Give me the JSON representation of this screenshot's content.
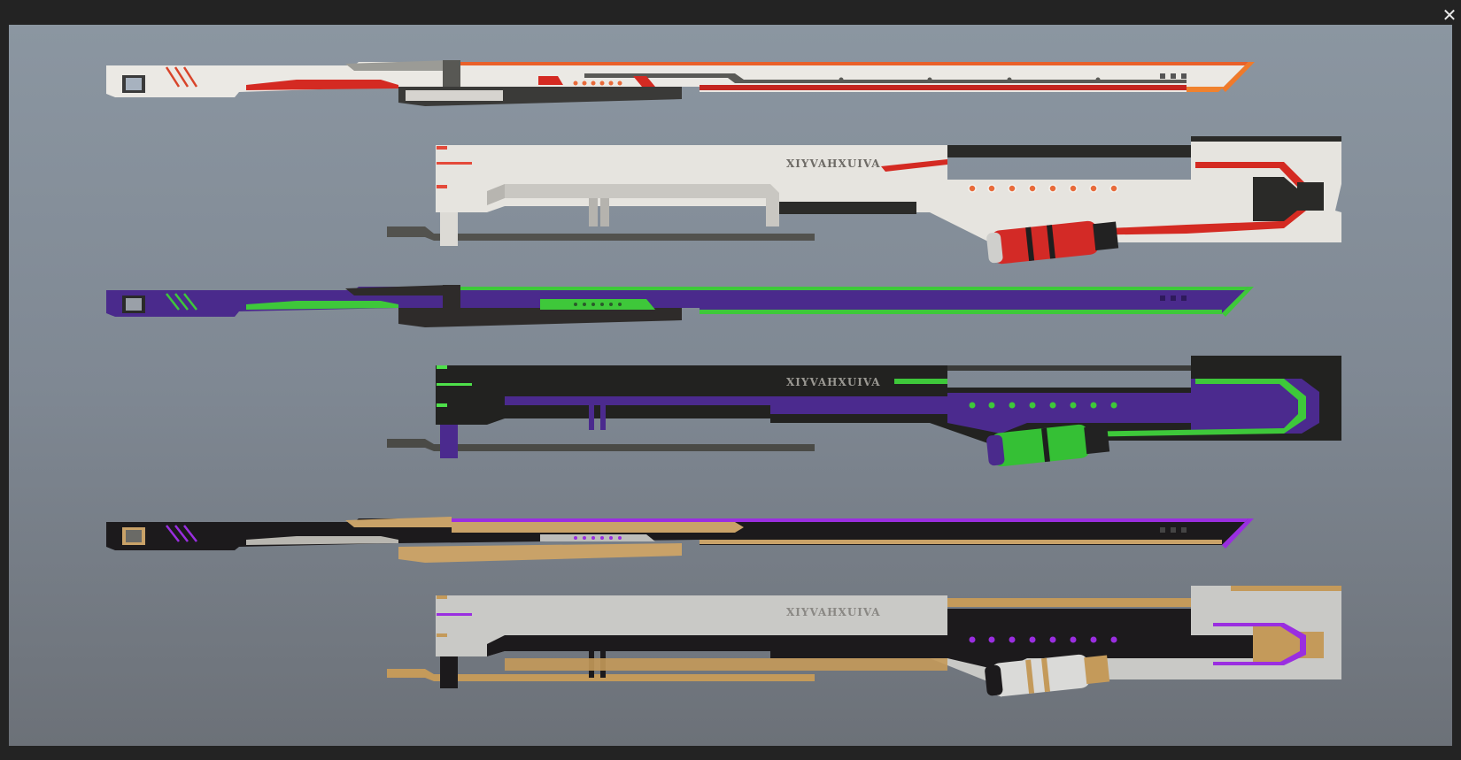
{
  "viewer": {
    "close_label": "✕",
    "close_icon": "close-icon"
  },
  "image": {
    "description": "Six futuristic sniper rifle skin renders arranged in three pairs on a gray gradient background",
    "weapons": [
      {
        "name": "long-rifle-white-red",
        "colors": {
          "body": "#e9e7e2",
          "accent": "#d42a22",
          "trim": "#f07a2a",
          "dark": "#3a3a38"
        }
      },
      {
        "name": "heavy-rifle-white-red",
        "engraving": "XIYVAHXUIVA",
        "colors": {
          "body": "#e6e4df",
          "accent": "#d42a22",
          "canister": "#d32a26",
          "dark": "#2a2a28"
        }
      },
      {
        "name": "long-rifle-purple-green",
        "colors": {
          "body": "#4a2a8c",
          "accent": "#3ec83a",
          "dark": "#2e2b2a"
        }
      },
      {
        "name": "heavy-rifle-black-purple-green",
        "engraving": "XIYVAHXUIVA",
        "colors": {
          "body": "#222220",
          "secondary": "#4b2a8e",
          "accent": "#3ec83a",
          "canister": "#35c035"
        }
      },
      {
        "name": "long-rifle-black-gold-purple",
        "colors": {
          "body": "#1c1a1c",
          "accent": "#9a2ee0",
          "trim": "#c9a268"
        }
      },
      {
        "name": "heavy-rifle-silver-gold-purple",
        "engraving": "XIYVAHXUIVA",
        "colors": {
          "body": "#c9c9c6",
          "secondary": "#1c1a1c",
          "trim": "#c49a5a",
          "accent": "#9a2ee0",
          "canister": "#dadad8"
        }
      }
    ]
  }
}
